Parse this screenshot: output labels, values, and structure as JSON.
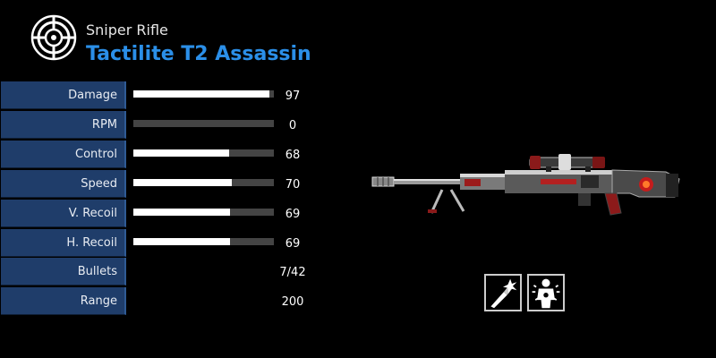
{
  "header": {
    "category": "Sniper Rifle",
    "weapon_name": "Tactilite T2 Assassin",
    "emblem_icon": "crosshair-scope-icon"
  },
  "stats": [
    {
      "label": "Damage",
      "value": "97",
      "bar": 97
    },
    {
      "label": "RPM",
      "value": "0",
      "bar": 0
    },
    {
      "label": "Control",
      "value": "68",
      "bar": 68
    },
    {
      "label": "Speed",
      "value": "70",
      "bar": 70
    },
    {
      "label": "V. Recoil",
      "value": "69",
      "bar": 69
    },
    {
      "label": "H. Recoil",
      "value": "69",
      "bar": 69
    },
    {
      "label": "Bullets",
      "value": "7/42"
    },
    {
      "label": "Range",
      "value": "200"
    }
  ],
  "abilities": [
    {
      "icon": "melee-strike-icon"
    },
    {
      "icon": "body-armor-target-icon"
    }
  ],
  "colors": {
    "accent": "#2b8fe8",
    "label_panel": "#1f3d6a",
    "bar_track": "#444444",
    "bar_fill": "#ffffff"
  }
}
